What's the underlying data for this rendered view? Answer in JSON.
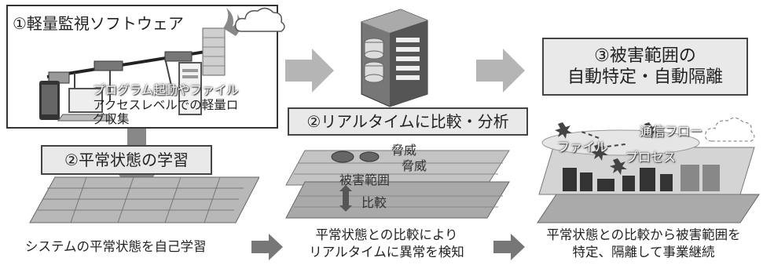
{
  "panel1": {
    "title": "①軽量監視ソフトウェア",
    "note_line1": "プログラム起動やファイル",
    "note_line2": "アクセスレベルでの軽量ロ",
    "note_line3": "グ収集"
  },
  "step_learning": {
    "label": "②平常状態の学習"
  },
  "step_compare": {
    "label": "②リアルタイムに比較・分析"
  },
  "step_isolate": {
    "label_line1": "③被害範囲の",
    "label_line2": "自動特定・自動隔離"
  },
  "middle_overlay": {
    "threat1": "脅威",
    "threat2": "脅威",
    "damage": "被害範囲",
    "compare": "比較"
  },
  "right_overlay": {
    "file": "ファイル",
    "comm_flow": "通信フロー",
    "process": "プロセス"
  },
  "captions": {
    "left": "システムの平常状態を自己学習",
    "middle_line1": "平常状態との比較により",
    "middle_line2": "リアルタイムに異常を検知",
    "right_line1": "平常状態との比較から被害範囲を",
    "right_line2": "特定、隔離して事業継続"
  },
  "colors": {
    "arrow": "#b5b5b5",
    "label_bg": "#e9e9e9",
    "border": "#444444",
    "threat": "#555555"
  }
}
